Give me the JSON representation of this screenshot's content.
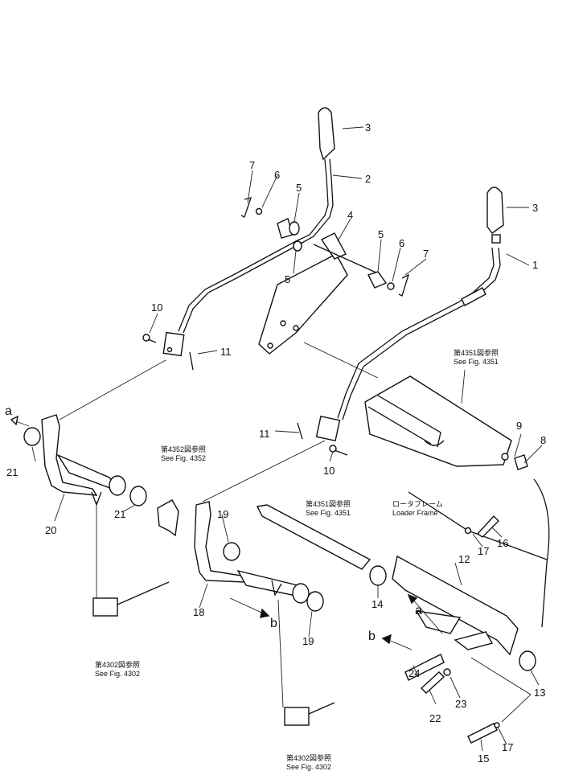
{
  "part_labels": {
    "p1": "1",
    "p2": "2",
    "p3a": "3",
    "p3b": "3",
    "p4": "4",
    "p5a": "5",
    "p5b": "5",
    "p5c": "5",
    "p6a": "6",
    "p6b": "6",
    "p7a": "7",
    "p7b": "7",
    "p8": "8",
    "p9": "9",
    "p10a": "10",
    "p10b": "10",
    "p11a": "11",
    "p11b": "11",
    "p12": "12",
    "p13": "13",
    "p14": "14",
    "p15": "15",
    "p16": "16",
    "p17a": "17",
    "p17b": "17",
    "p18": "18",
    "p19a": "19",
    "p19b": "19",
    "p20": "20",
    "p21a": "21",
    "p21b": "21",
    "p22": "22",
    "p23": "23",
    "p24": "24"
  },
  "arrow_labels": {
    "a1": "a",
    "a2": "a",
    "b1": "b",
    "b2": "b"
  },
  "references": {
    "r4351a_jp": "第4351図参照",
    "r4351a_en": "See Fig. 4351",
    "r4352_jp": "第4352図参照",
    "r4352_en": "See Fig. 4352",
    "r4351b_jp": "第4351図参照",
    "r4351b_en": "See Fig. 4351",
    "frame_jp": "ロータフレーム",
    "frame_en": "Loader Frame",
    "r4302a_jp": "第4302図参照",
    "r4302a_en": "See Fig. 4302",
    "r4302b_jp": "第4302図参照",
    "r4302b_en": "See Fig. 4302"
  }
}
